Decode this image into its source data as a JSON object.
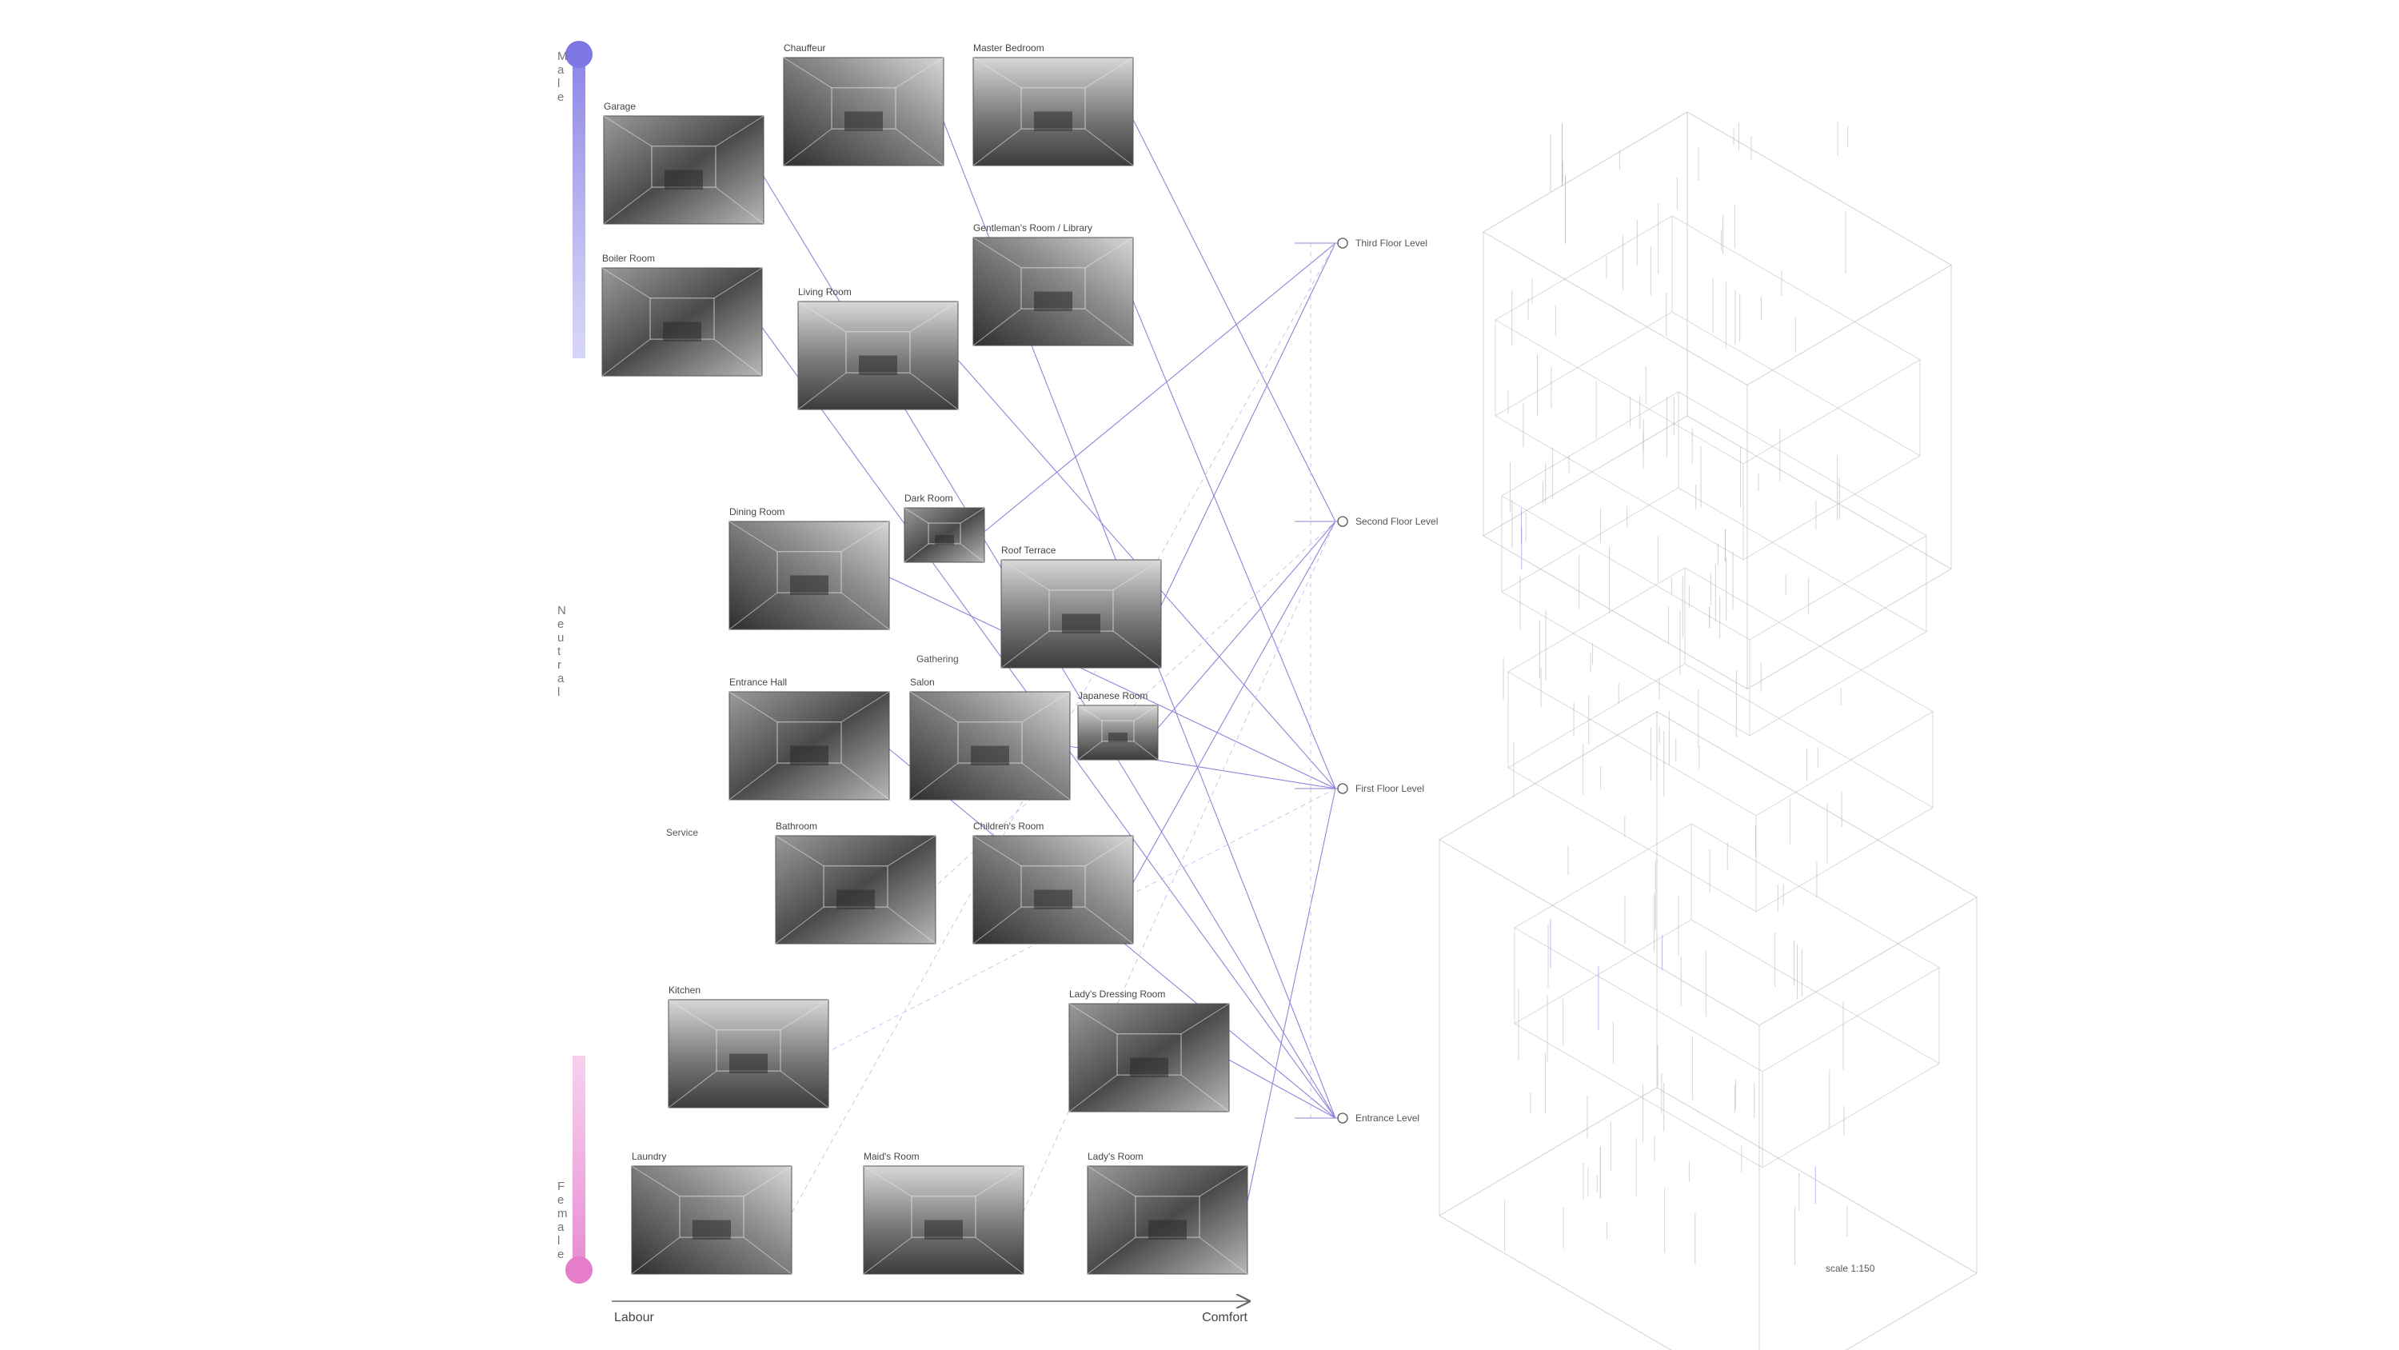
{
  "gender_axis": {
    "top": "Male",
    "middle": "Neutral",
    "bottom": "Female"
  },
  "x_axis": {
    "left": "Labour",
    "right": "Comfort"
  },
  "categories": {
    "gathering": "Gathering",
    "service": "Service"
  },
  "levels": [
    {
      "id": "third",
      "label": "Third Floor Level"
    },
    {
      "id": "second",
      "label": "Second Floor Level"
    },
    {
      "id": "first",
      "label": "First Floor Level"
    },
    {
      "id": "entrance",
      "label": "Entrance Level"
    }
  ],
  "rooms": [
    {
      "id": "garage",
      "label": "Garage",
      "level": "entrance"
    },
    {
      "id": "chauffeur",
      "label": "Chauffeur",
      "level": "entrance"
    },
    {
      "id": "master-bedroom",
      "label": "Master Bedroom",
      "level": "second"
    },
    {
      "id": "boiler-room",
      "label": "Boiler Room",
      "level": "entrance"
    },
    {
      "id": "gentlemans-room",
      "label": "Gentleman's Room / Library",
      "level": "first"
    },
    {
      "id": "living-room",
      "label": "Living Room",
      "level": "first"
    },
    {
      "id": "dark-room",
      "label": "Dark Room",
      "level": "third"
    },
    {
      "id": "dining-room",
      "label": "Dining Room",
      "level": "first"
    },
    {
      "id": "roof-terrace",
      "label": "Roof Terrace",
      "level": "third"
    },
    {
      "id": "entrance-hall",
      "label": "Entrance Hall",
      "level": "entrance"
    },
    {
      "id": "salon",
      "label": "Salon",
      "level": "first"
    },
    {
      "id": "japanese-room",
      "label": "Japanese Room",
      "level": "second"
    },
    {
      "id": "bathroom",
      "label": "Bathroom",
      "level": "second"
    },
    {
      "id": "childrens-room",
      "label": "Children's Room",
      "level": "second"
    },
    {
      "id": "kitchen",
      "label": "Kitchen",
      "level": "first"
    },
    {
      "id": "ladys-dressing-room",
      "label": "Lady's Dressing Room",
      "level": "entrance"
    },
    {
      "id": "laundry",
      "label": "Laundry",
      "level": "third"
    },
    {
      "id": "maids-room",
      "label": "Maid's Room",
      "level": "second"
    },
    {
      "id": "ladys-room",
      "label": "Lady's Room",
      "level": "first"
    }
  ],
  "scale": "scale 1:150",
  "colors": {
    "male": "#8a84e0",
    "female": "#e98ad0",
    "solid_link": "#8b86d8",
    "dashed_link": "#c9c6ec"
  }
}
